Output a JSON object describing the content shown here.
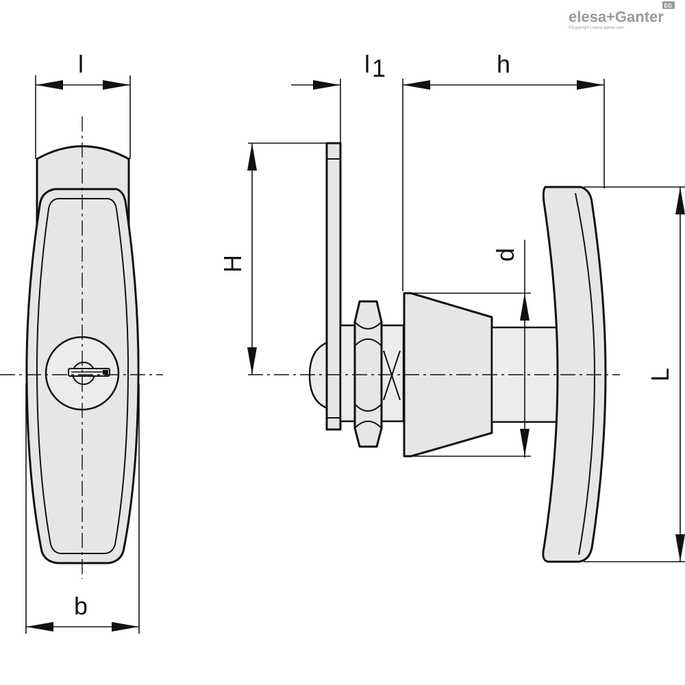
{
  "brand": {
    "logo_text": "elesa+Ganter",
    "badge_text": "EG",
    "copyright_text": "©Copyright | elesa-ganter.com"
  },
  "dimensions": {
    "l": "l",
    "b": "b",
    "l1_base": "l",
    "l1_sub": "1",
    "h": "h",
    "H": "H",
    "d": "d",
    "L": "L"
  },
  "colors": {
    "part_fill": "#e6e6e6",
    "outline": "#111111",
    "logo": "#9a9a9a"
  }
}
